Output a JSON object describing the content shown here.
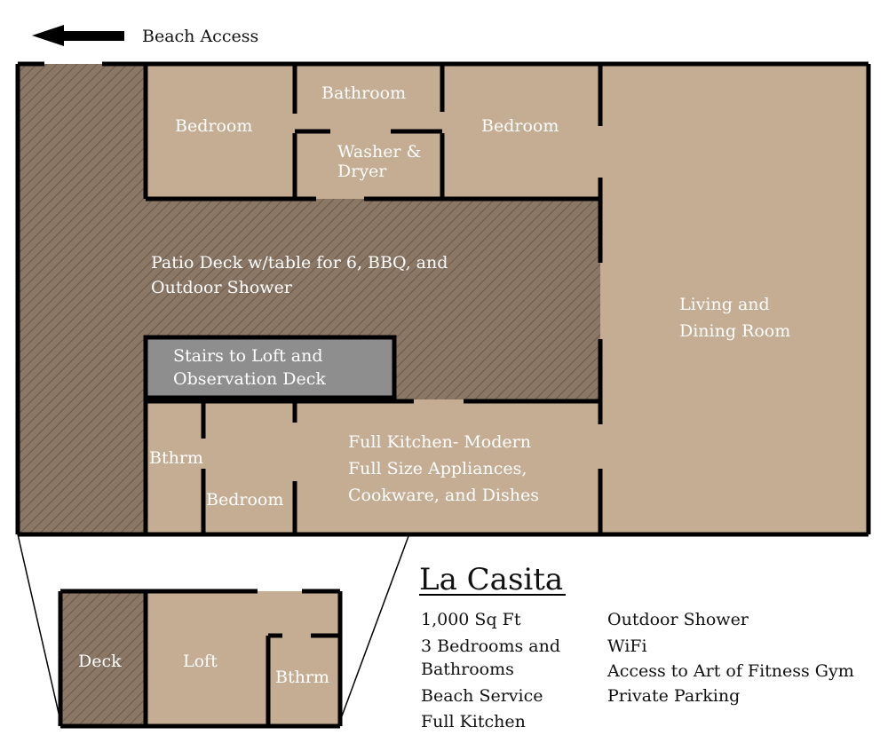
{
  "beach_access": "Beach Access",
  "colors": {
    "room": "#c4ad93",
    "deck": "#8b7766",
    "stairs": "#8e8e8e",
    "wall": "#000000"
  },
  "rooms": {
    "bedroom_1": "Bedroom",
    "bathroom": "Bathroom",
    "washer_l1": "Washer &",
    "washer_l2": "Dryer",
    "bedroom_2": "Bedroom",
    "patio_l1": "Patio Deck w/table for 6, BBQ, and",
    "patio_l2": "Outdoor Shower",
    "living_l1": "Living and",
    "living_l2": "Dining Room",
    "stairs_l1": "Stairs to Loft and",
    "stairs_l2": "Observation Deck",
    "bthrm_1": "Bthrm",
    "bedroom_3": "Bedroom",
    "kitchen_l1": "Full Kitchen-  Modern",
    "kitchen_l2": "Full Size Appliances,",
    "kitchen_l3": "Cookware, and Dishes"
  },
  "loft": {
    "deck": "Deck",
    "loft": "Loft",
    "bthrm": "Bthrm"
  },
  "title": "La Casita",
  "features_left": [
    "1,000 Sq Ft",
    "3 Bedrooms and",
    "Bathrooms",
    "Beach Service",
    "Full Kitchen"
  ],
  "features_right": [
    "Outdoor Shower",
    "WiFi",
    "Access to Art of Fitness Gym",
    "Private Parking"
  ]
}
